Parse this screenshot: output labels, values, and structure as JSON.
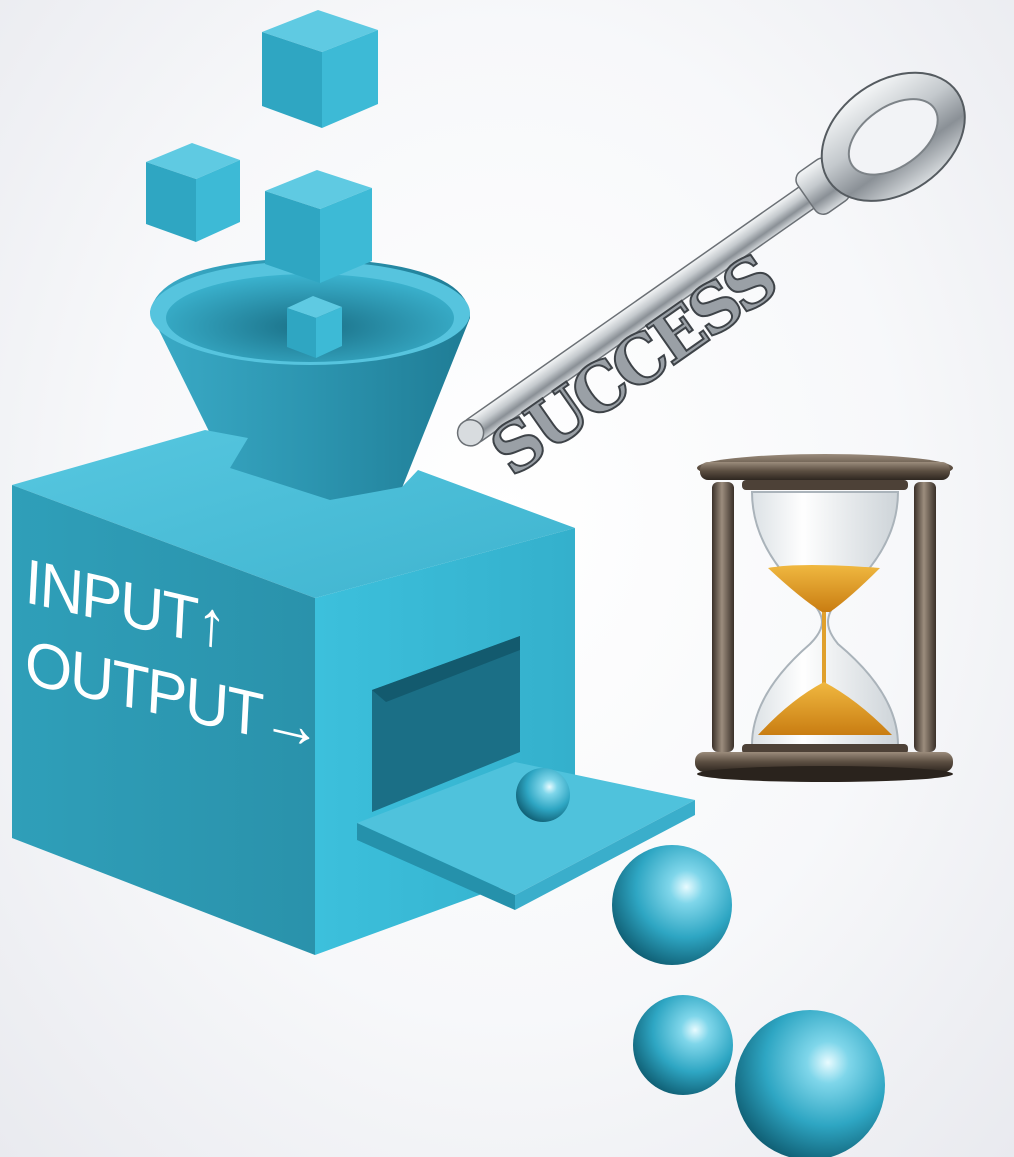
{
  "machine": {
    "input_label": "INPUT↑",
    "output_label": "OUTPUT→",
    "color": "#35b3d0"
  },
  "key": {
    "text": "SUCCESS",
    "color": "#b8bdc2"
  },
  "hourglass": {
    "sand_color": "#e5a325",
    "frame_color": "#6b5e50"
  }
}
